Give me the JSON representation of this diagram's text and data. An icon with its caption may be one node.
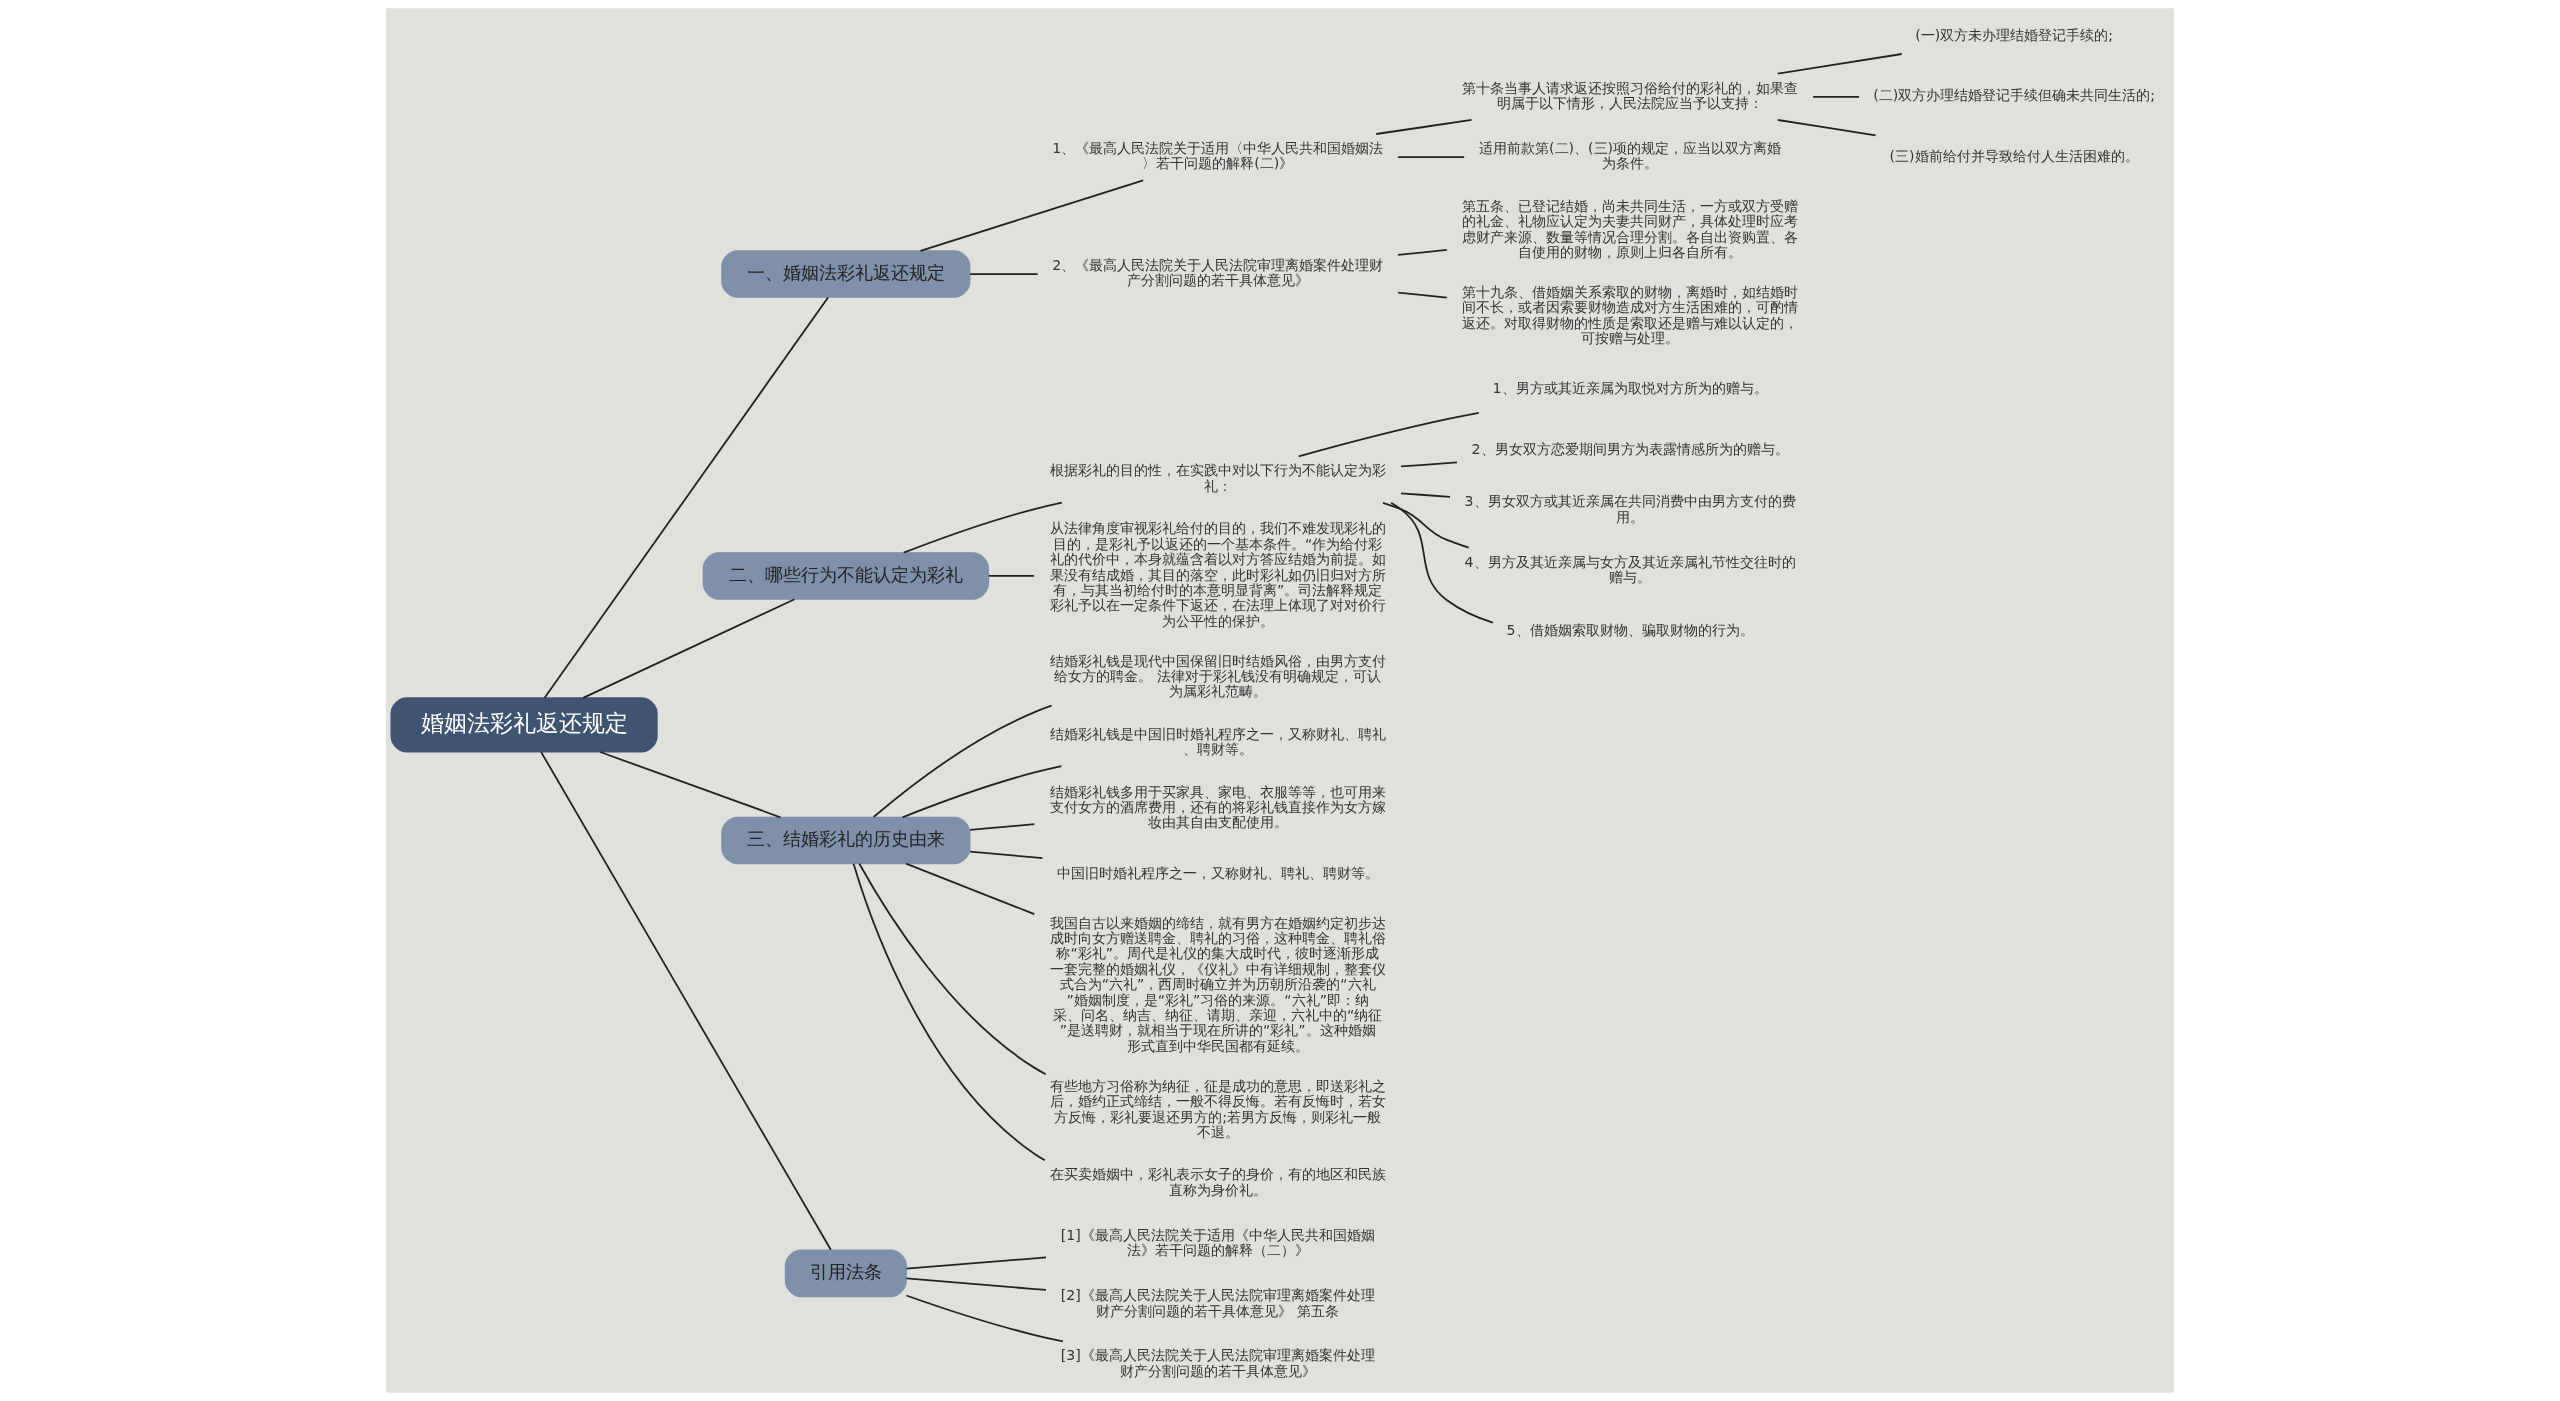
{
  "diagram": {
    "nodes": [
      {
        "text": [
          "婚姻法彩礼返还规定"
        ]
      },
      {
        "text": [
          "一、婚姻法彩礼返还规定"
        ]
      },
      {
        "text": [
          "1、《最高人民法院关于适用〈中华人民共和国婚姻法〉若干问题的解释(二)》"
        ]
      },
      {
        "text": [
          "第十条当事人请求返还按照习俗给付的彩礼的，如果查明属于以下情形，人民法院应当予以支持："
        ]
      },
      {
        "text": [
          "(一)双方未办理结婚登记手续的;"
        ]
      },
      {
        "text": [
          "(二)双方办理结婚登记手续但确未共同生活的;"
        ]
      },
      {
        "text": [
          "(三)婚前给付并导致给付人生活困难的。"
        ]
      },
      {
        "text": [
          "适用前款第(二)、(三)项的规定，应当以双方离婚为条件。"
        ]
      },
      {
        "text": [
          "2、《最高人民法院关于人民法院审理离婚案件处理财产分割问题的若干具体意见》"
        ]
      },
      {
        "text": [
          "第五条、已登记结婚，尚未共同生活，一方或双方受赠的礼金、礼物应认定为夫妻共同财产，具体处理时应考虑财产来源、数量等情况合理分割。各自出资购置、各自使用的财物，原则上归各自所有。"
        ]
      },
      {
        "text": [
          "第十九条、借婚姻关系索取的财物，离婚时，如结婚时间不长，或者因索要财物造成对方生活困难的，可酌情返还。对取得财物的性质是索取还是赠与难以认定的，可按赠与处理。"
        ]
      },
      {
        "text": [
          "二、哪些行为不能认定为彩礼"
        ]
      },
      {
        "text": [
          "根据彩礼的目的性，在实践中对以下行为不能认定为彩礼："
        ]
      },
      {
        "text": [
          "1、男方或其近亲属为取悦对方所为的赠与。"
        ]
      },
      {
        "text": [
          "2、男女双方恋爱期间男方为表露情感所为的赠与。"
        ]
      },
      {
        "text": [
          "3、男女双方或其近亲属在共同消费中由男方支付的费用。"
        ]
      },
      {
        "text": [
          "4、男方及其近亲属与女方及其近亲属礼节性交往时的赠与。"
        ]
      },
      {
        "text": [
          "5、借婚姻索取财物、骗取财物的行为。"
        ]
      },
      {
        "text": [
          "从法律角度审视彩礼给付的目的，我们不难发现彩礼的目的，是彩礼予以返还的一个基本条件。“作为给付彩礼的代价中，本身就蕴含着以对方答应结婚为前提。如果没有结成婚，其目的落空，此时彩礼如仍旧归对方所有，与其当初给付时的本意明显背离”。司法解释规定彩礼予以在一定条件下返还，在法理上体现了对对价行为公平性的保护。"
        ]
      },
      {
        "text": [
          "三、结婚彩礼的历史由来"
        ]
      },
      {
        "text": [
          "结婚彩礼钱是现代中国保留旧时结婚风俗，由男方支付给女方的聘金。 法律对于彩礼钱没有明确规定，可认为属彩礼范畴。"
        ]
      },
      {
        "text": [
          "结婚彩礼钱是中国旧时婚礼程序之一，又称财礼、聘礼、聘财等。"
        ]
      },
      {
        "text": [
          "结婚彩礼钱多用于买家具、家电、衣服等等，也可用来支付女方的酒席费用，还有的将彩礼钱直接作为女方嫁妆由其自由支配使用。"
        ]
      },
      {
        "text": [
          "中国旧时婚礼程序之一，又称财礼、聘礼、聘财等。"
        ]
      },
      {
        "text": [
          "我国自古以来婚姻的缔结，就有男方在婚姻约定初步达成时向女方赠送聘金、聘礼的习俗，这种聘金、聘礼俗称“彩礼”。周代是礼仪的集大成时代，彼时逐渐形成一套完整的婚姻礼仪，《仪礼》中有详细规制，整套仪式合为“六礼”，西周时确立并为历朝所沿袭的“六礼”婚姻制度，是“彩礼”习俗的来源。“六礼”即：纳采、问名、纳吉、纳征、请期、亲迎，六礼中的“纳征”是送聘财，就相当于现在所讲的“彩礼”。这种婚姻形式直到中华民国都有延续。"
        ]
      },
      {
        "text": [
          "有些地方习俗称为纳征，征是成功的意思，即送彩礼之后，婚约正式缔结，一般不得反悔。若有反悔时，若女方反悔，彩礼要退还男方的;若男方反悔，则彩礼一般不退。"
        ]
      },
      {
        "text": [
          "在买卖婚姻中，彩礼表示女子的身价，有的地区和民族直称为身价礼。"
        ]
      },
      {
        "text": [
          "引用法条"
        ]
      },
      {
        "text": [
          "[1]《最高人民法院关于适用《中华人民共和国婚姻法》若干问题的解释（二）》"
        ]
      },
      {
        "text": [
          "[2]《最高人民法院关于人民法院审理离婚案件处理财产分割问题的若干具体意见》 第五条"
        ]
      },
      {
        "text": [
          "[3]《最高人民法院关于人民法院审理离婚案件处理财产分割问题的若干具体意见》"
        ]
      }
    ],
    "edges": [
      {
        "from": 0,
        "to": 1,
        "arrow": "none"
      },
      {
        "from": 1,
        "to": 2,
        "arrow": "none"
      },
      {
        "from": 2,
        "to": 3,
        "arrow": "none"
      },
      {
        "from": 3,
        "to": 4,
        "arrow": "none"
      },
      {
        "from": 3,
        "to": 5,
        "arrow": "none"
      },
      {
        "from": 3,
        "to": 6,
        "arrow": "none"
      },
      {
        "from": 2,
        "to": 7,
        "arrow": "none"
      },
      {
        "from": 1,
        "to": 8,
        "arrow": "none"
      },
      {
        "from": 8,
        "to": 9,
        "arrow": "none"
      },
      {
        "from": 8,
        "to": 10,
        "arrow": "none"
      },
      {
        "from": 0,
        "to": 11,
        "arrow": "none"
      },
      {
        "from": 11,
        "to": 12,
        "arrow": "none"
      },
      {
        "from": 12,
        "to": 13,
        "arrow": "none"
      },
      {
        "from": 12,
        "to": 14,
        "arrow": "none"
      },
      {
        "from": 12,
        "to": 15,
        "arrow": "none"
      },
      {
        "from": 12,
        "to": 16,
        "arrow": "none"
      },
      {
        "from": 12,
        "to": 17,
        "arrow": "none"
      },
      {
        "from": 11,
        "to": 18,
        "arrow": "none"
      },
      {
        "from": 0,
        "to": 19,
        "arrow": "none"
      },
      {
        "from": 19,
        "to": 20,
        "arrow": "none"
      },
      {
        "from": 19,
        "to": 21,
        "arrow": "none"
      },
      {
        "from": 19,
        "to": 22,
        "arrow": "none"
      },
      {
        "from": 19,
        "to": 23,
        "arrow": "none"
      },
      {
        "from": 19,
        "to": 24,
        "arrow": "none"
      },
      {
        "from": 19,
        "to": 25,
        "arrow": "none"
      },
      {
        "from": 19,
        "to": 26,
        "arrow": "none"
      },
      {
        "from": 0,
        "to": 27,
        "arrow": "none"
      },
      {
        "from": 27,
        "to": 28,
        "arrow": "none"
      },
      {
        "from": 27,
        "to": 29,
        "arrow": "none"
      },
      {
        "from": 27,
        "to": 30,
        "arrow": "none"
      }
    ]
  }
}
